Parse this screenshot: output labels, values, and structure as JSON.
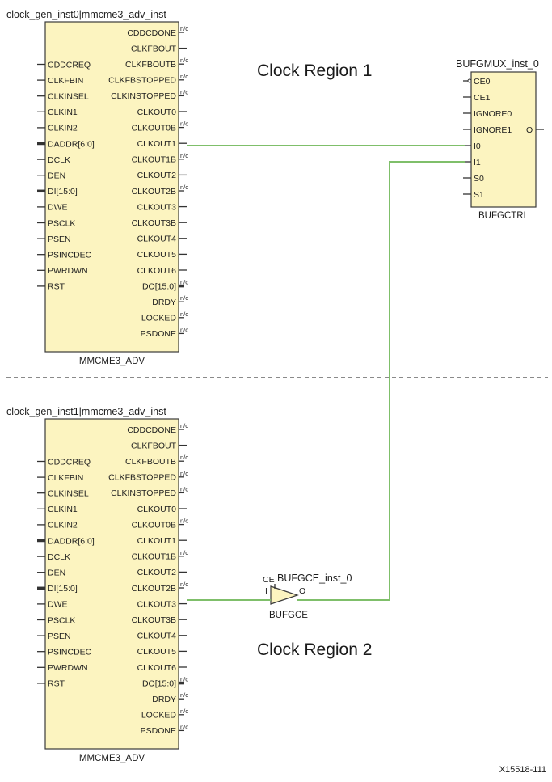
{
  "mmcm0": {
    "instance": "clock_gen_inst0|mmcme3_adv_inst",
    "cell": "MMCME3_ADV"
  },
  "mmcm1": {
    "instance": "clock_gen_inst1|mmcme3_adv_inst",
    "cell": "MMCME3_ADV"
  },
  "mmcm_pins": {
    "left": [
      {
        "name": "CDDCREQ",
        "bus": false
      },
      {
        "name": "CLKFBIN",
        "bus": false
      },
      {
        "name": "CLKINSEL",
        "bus": false
      },
      {
        "name": "CLKIN1",
        "bus": false
      },
      {
        "name": "CLKIN2",
        "bus": false
      },
      {
        "name": "DADDR[6:0]",
        "bus": true
      },
      {
        "name": "DCLK",
        "bus": false
      },
      {
        "name": "DEN",
        "bus": false
      },
      {
        "name": "DI[15:0]",
        "bus": true
      },
      {
        "name": "DWE",
        "bus": false
      },
      {
        "name": "PSCLK",
        "bus": false
      },
      {
        "name": "PSEN",
        "bus": false
      },
      {
        "name": "PSINCDEC",
        "bus": false
      },
      {
        "name": "PWRDWN",
        "bus": false
      },
      {
        "name": "RST",
        "bus": false
      }
    ],
    "right": [
      {
        "name": "CDDCDONE",
        "nc": true,
        "bus": false
      },
      {
        "name": "CLKFBOUT",
        "nc": false,
        "bus": false
      },
      {
        "name": "CLKFBOUTB",
        "nc": true,
        "bus": false
      },
      {
        "name": "CLKFBSTOPPED",
        "nc": true,
        "bus": false
      },
      {
        "name": "CLKINSTOPPED",
        "nc": true,
        "bus": false
      },
      {
        "name": "CLKOUT0",
        "nc": false,
        "bus": false
      },
      {
        "name": "CLKOUT0B",
        "nc": true,
        "bus": false
      },
      {
        "name": "CLKOUT1",
        "nc": false,
        "bus": false
      },
      {
        "name": "CLKOUT1B",
        "nc": true,
        "bus": false
      },
      {
        "name": "CLKOUT2",
        "nc": false,
        "bus": false
      },
      {
        "name": "CLKOUT2B",
        "nc": true,
        "bus": false
      },
      {
        "name": "CLKOUT3",
        "nc": false,
        "bus": false
      },
      {
        "name": "CLKOUT3B",
        "nc": false,
        "bus": false
      },
      {
        "name": "CLKOUT4",
        "nc": false,
        "bus": false
      },
      {
        "name": "CLKOUT5",
        "nc": false,
        "bus": false
      },
      {
        "name": "CLKOUT6",
        "nc": false,
        "bus": false
      },
      {
        "name": "DO[15:0]",
        "nc": true,
        "bus": true
      },
      {
        "name": "DRDY",
        "nc": true,
        "bus": false
      },
      {
        "name": "LOCKED",
        "nc": true,
        "bus": false
      },
      {
        "name": "PSDONE",
        "nc": true,
        "bus": false
      }
    ],
    "nc_label": "n/c"
  },
  "bufgmux": {
    "instance": "BUFGMUX_inst_0",
    "cell": "BUFGCTRL",
    "left_pins": [
      "CE0",
      "CE1",
      "IGNORE0",
      "IGNORE1",
      "I0",
      "I1",
      "S0",
      "S1"
    ],
    "out_pin": "O"
  },
  "bufgce": {
    "instance": "BUFGCE_inst_0",
    "cell": "BUFGCE",
    "ce_pin": "CE",
    "in_pin": "I",
    "out_pin": "O"
  },
  "regions": {
    "region1": "Clock Region 1",
    "region2": "Clock Region 2"
  },
  "figure_id": "X15518-111"
}
